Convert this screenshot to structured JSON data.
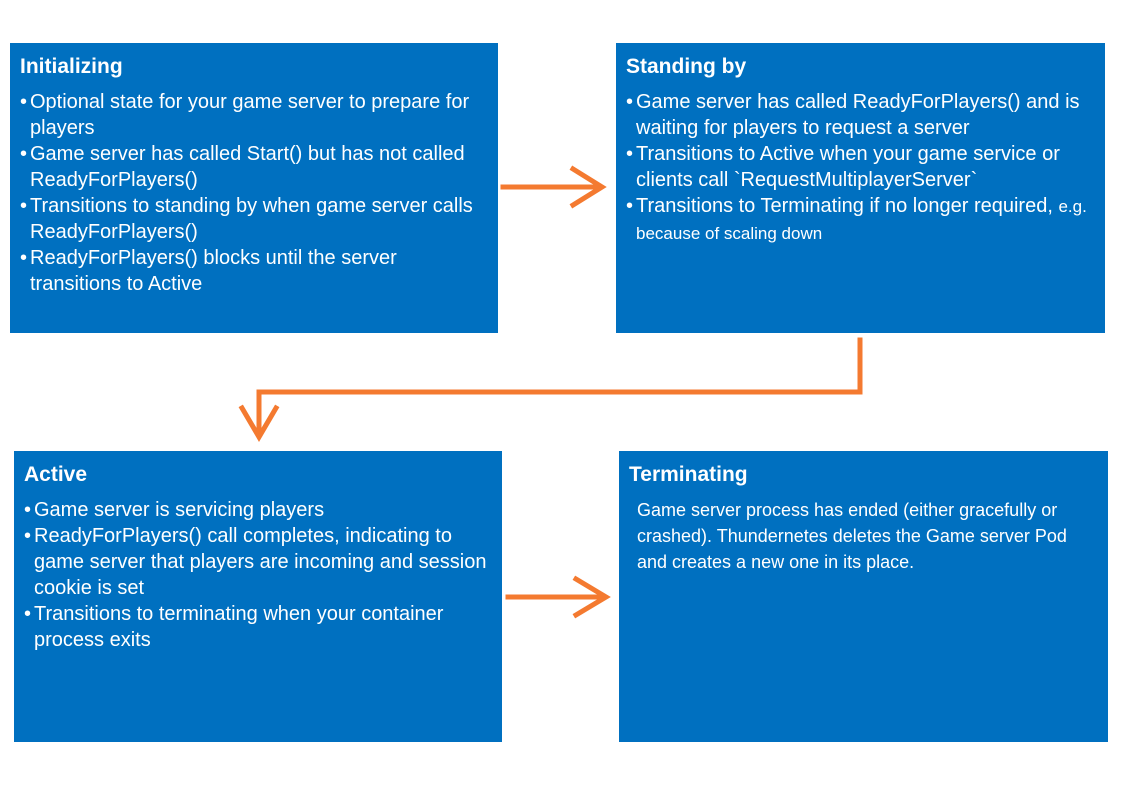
{
  "colors": {
    "box_fill": "#0070C0",
    "arrow": "#F47A30",
    "text": "#FFFFFF"
  },
  "initializing": {
    "title": "Initializing",
    "bullets": [
      "Optional state for your game server to prepare for players",
      "Game server has called Start() but has not called ReadyForPlayers()",
      "Transitions to standing by when game server calls ReadyForPlayers()",
      "ReadyForPlayers() blocks until the server transitions to Active"
    ]
  },
  "standing_by": {
    "title": "Standing by",
    "bullets": [
      "Game server has called ReadyForPlayers() and is waiting for players to request a server",
      "Transitions to Active when your game service or clients call `RequestMultiplayerServer`",
      "Transitions to Terminating if no longer required,"
    ],
    "note": "e.g. because of scaling down"
  },
  "active": {
    "title": "Active",
    "bullets": [
      "Game server is servicing players",
      "ReadyForPlayers() call completes, indicating to game server that players are incoming and session cookie is set",
      "Transitions to terminating when your container process exits"
    ]
  },
  "terminating": {
    "title": "Terminating",
    "text": "Game server process has ended (either gracefully or crashed). Thundernetes deletes the Game server Pod and creates a new one in its place."
  },
  "arrows": [
    {
      "from": "Initializing",
      "to": "Standing by"
    },
    {
      "from": "Standing by",
      "to": "Active"
    },
    {
      "from": "Active",
      "to": "Terminating"
    }
  ]
}
